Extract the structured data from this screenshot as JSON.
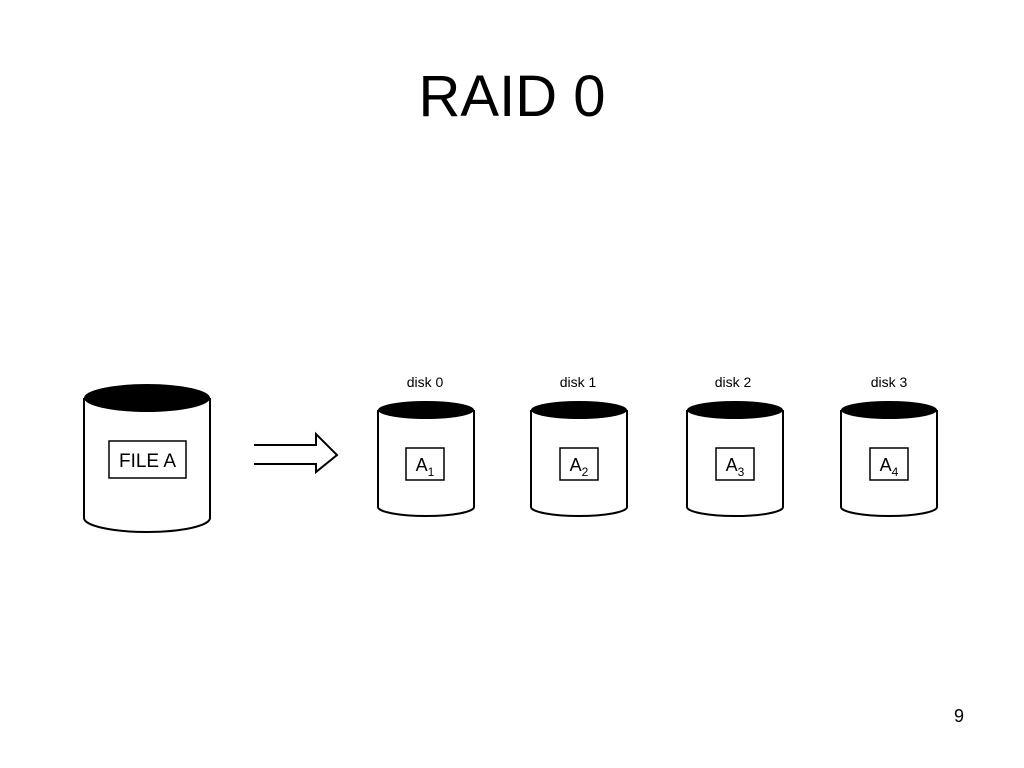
{
  "slide": {
    "title": "RAID 0",
    "page_number": "9"
  },
  "source": {
    "label": "FILE A"
  },
  "disks": [
    {
      "label": "disk 0",
      "block": "A",
      "index": "1"
    },
    {
      "label": "disk 1",
      "block": "A",
      "index": "2"
    },
    {
      "label": "disk 2",
      "block": "A",
      "index": "3"
    },
    {
      "label": "disk 3",
      "block": "A",
      "index": "4"
    }
  ]
}
